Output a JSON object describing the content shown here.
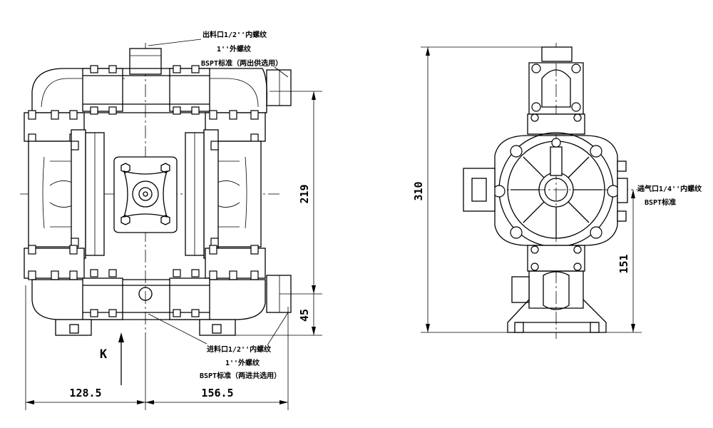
{
  "front_view": {
    "outlet_note": {
      "line1": "出料口1/2''内螺纹",
      "line2": "1''外螺纹",
      "line3": "BSPT标准（两出供选用）"
    },
    "inlet_note": {
      "line1": "进料口1/2''内螺纹",
      "line2": "1''外螺纹",
      "line3": "BSPT标准（两进共选用）"
    },
    "dim_height": "219",
    "dim_base": "45",
    "dim_left": "128.5",
    "dim_right": "156.5",
    "view_label": "K"
  },
  "side_view": {
    "dim_total_height": "310",
    "dim_center_height": "151",
    "air_note": {
      "line1": "进气口1/4''内螺纹",
      "line2": "BSPT标准"
    }
  }
}
